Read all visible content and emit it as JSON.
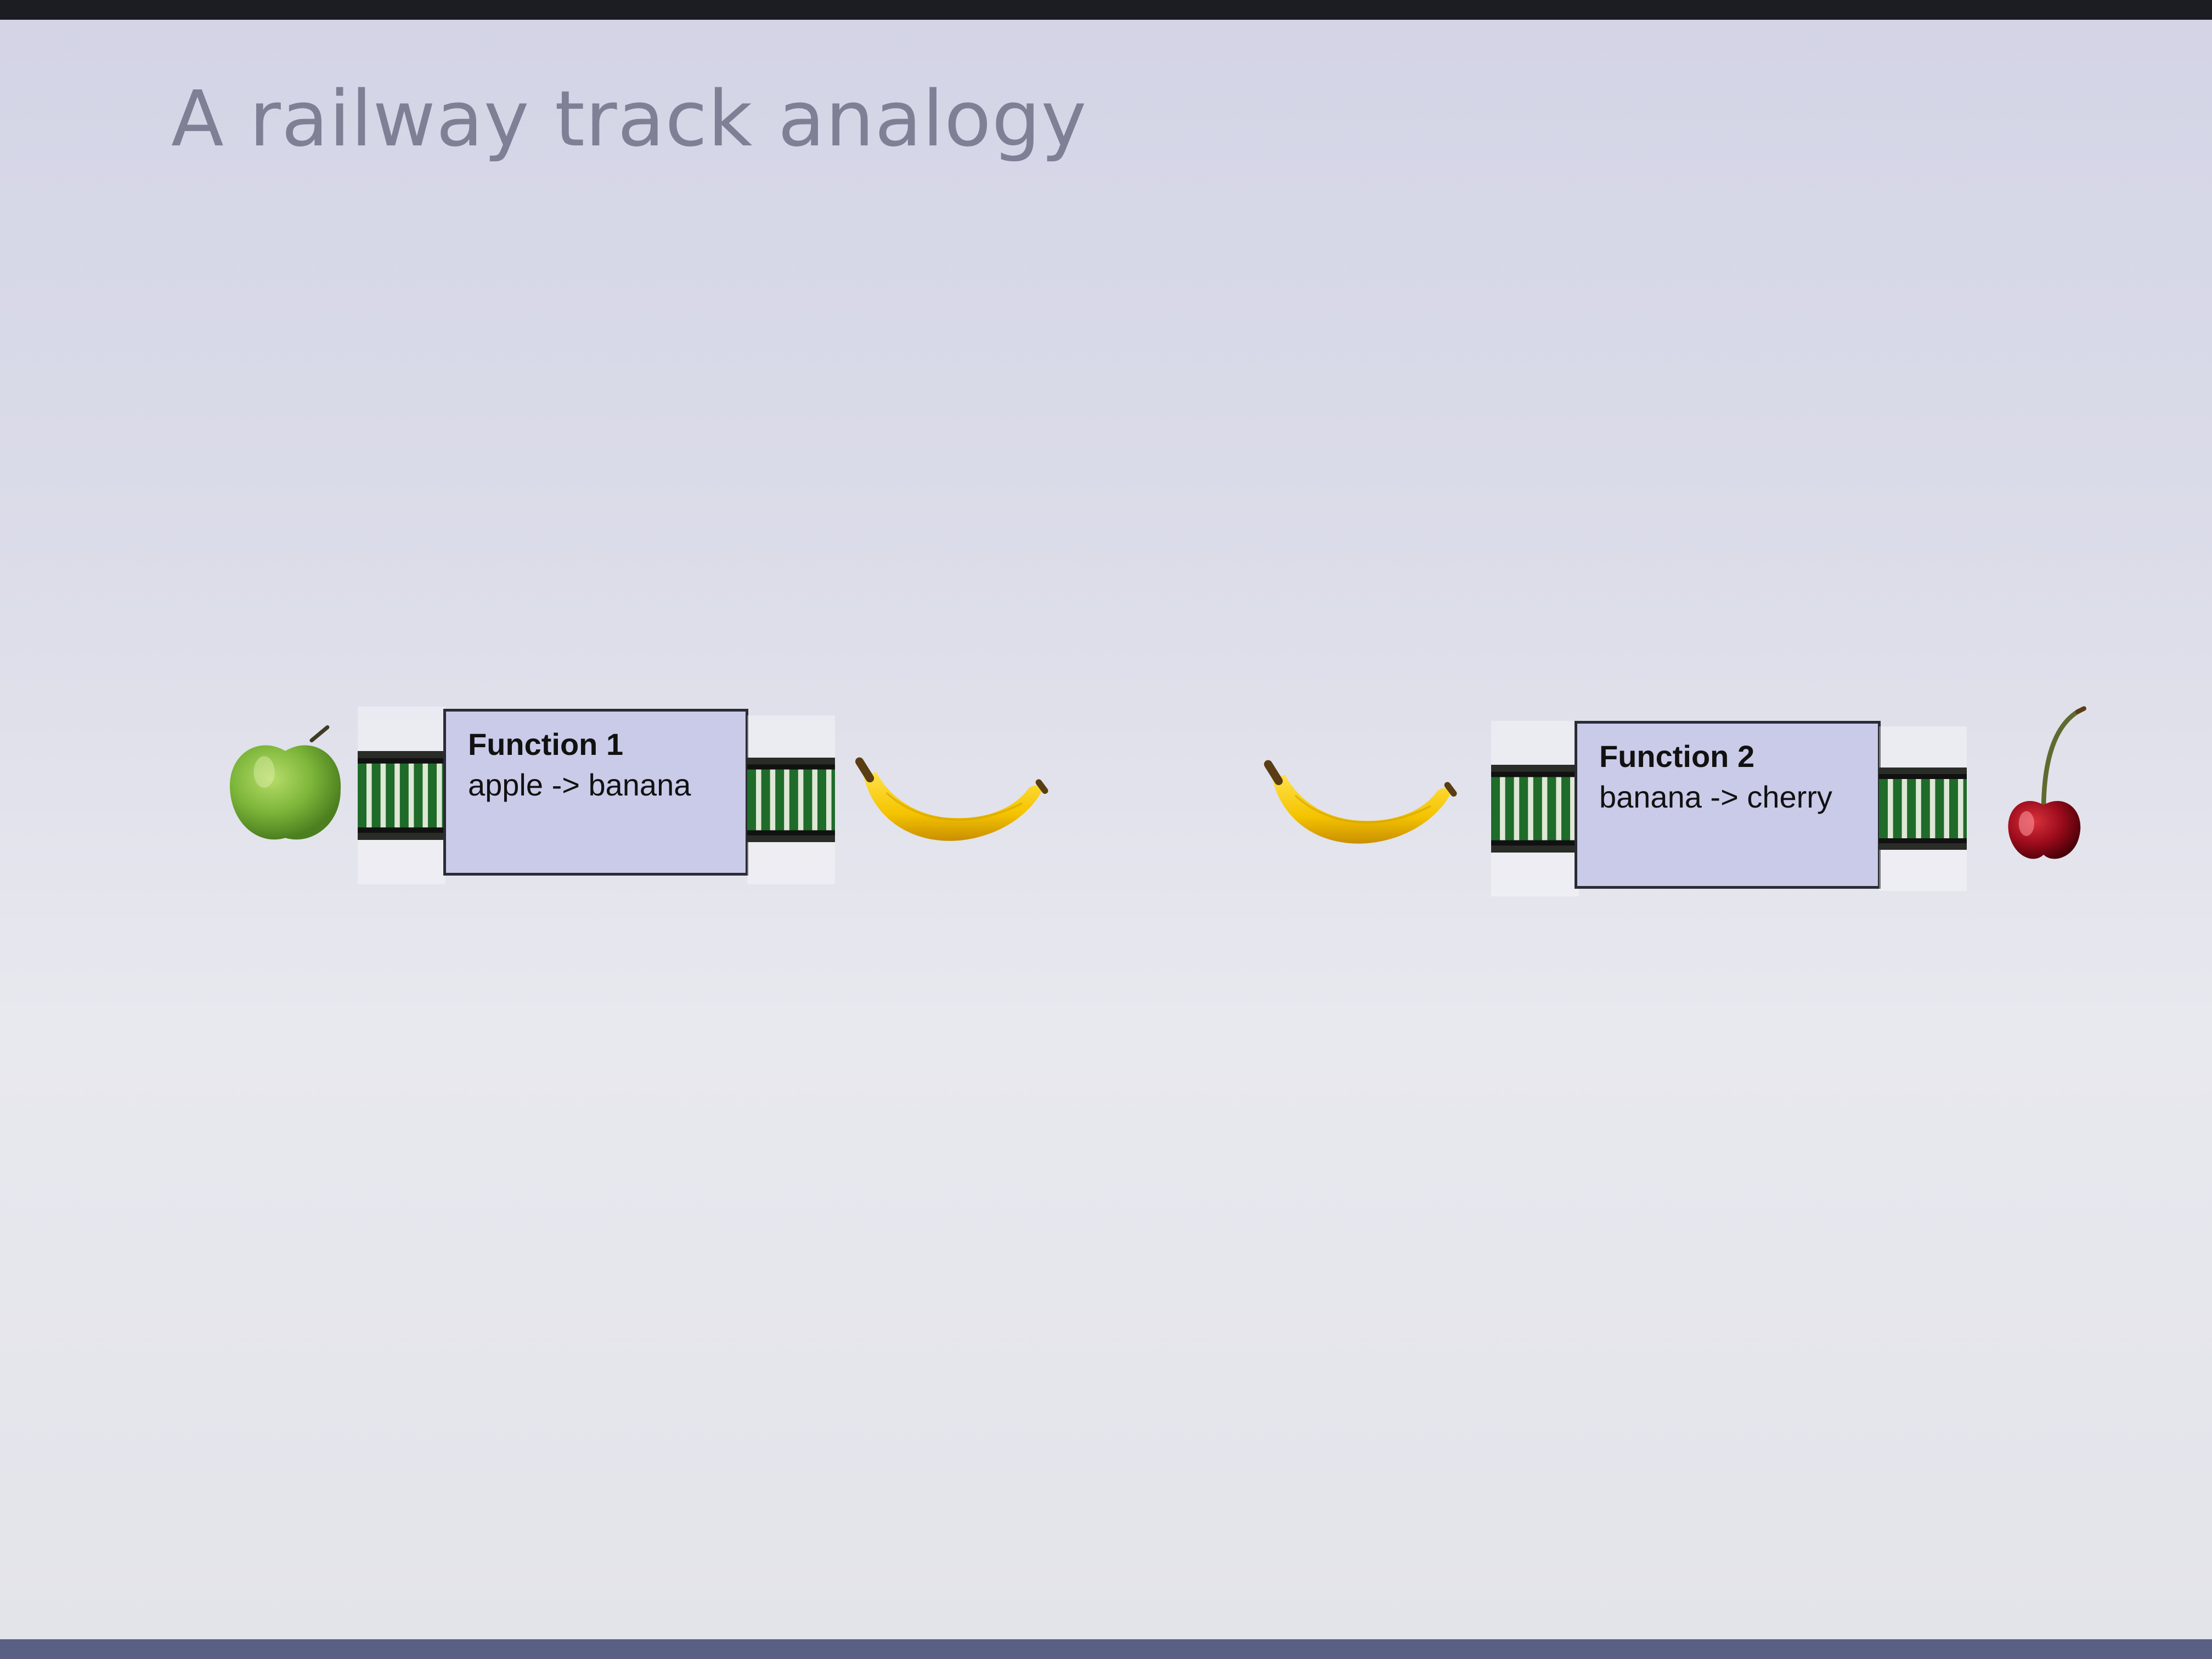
{
  "slide": {
    "title": "A railway track analogy"
  },
  "diagram": {
    "track_color": "#1f6b2a",
    "track_rail_color": "#2a2c28",
    "box_fill": "#c9cbe8",
    "functions": [
      {
        "title": "Function 1",
        "mapping": "apple -> banana",
        "input_icon": "green-apple-icon",
        "output_icon": "banana-icon"
      },
      {
        "title": "Function 2",
        "mapping": "banana -> cherry",
        "input_icon": "banana-icon",
        "output_icon": "cherry-icon"
      }
    ]
  }
}
